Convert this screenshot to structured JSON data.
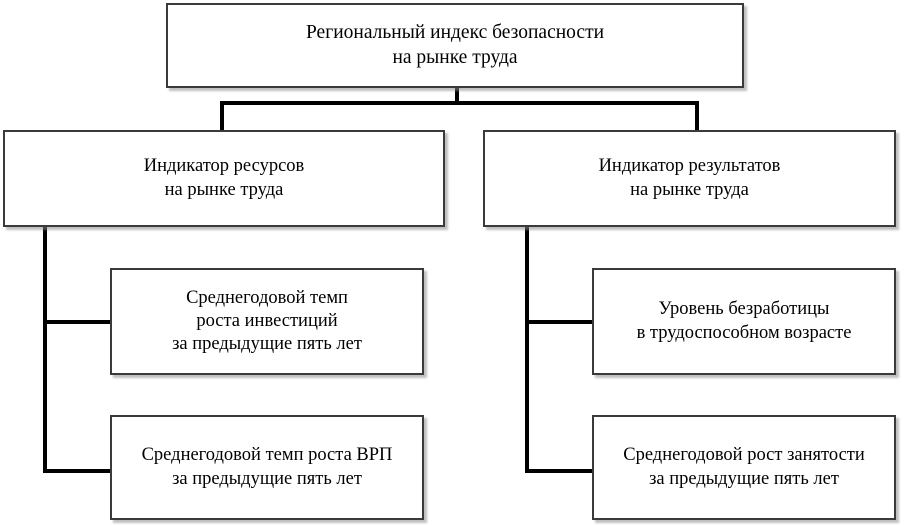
{
  "diagram": {
    "type": "hierarchy-tree",
    "title": "Региональный индекс безопасности на рынке труда",
    "root": {
      "id": "regional-index",
      "lines": [
        "Региональный индекс безопасности",
        "на рынке труда"
      ]
    },
    "branches": [
      {
        "id": "resource-indicator",
        "lines": [
          "Индикатор ресурсов",
          "на рынке труда"
        ],
        "children": [
          {
            "id": "investment-growth-rate",
            "lines": [
              "Среднегодовой темп",
              "роста инвестиций",
              "за предыдущие пять лет"
            ]
          },
          {
            "id": "grp-growth-rate",
            "lines": [
              "Среднегодовой темп роста ВРП",
              "за предыдущие пять лет"
            ]
          }
        ]
      },
      {
        "id": "result-indicator",
        "lines": [
          "Индикатор результатов",
          "на рынке труда"
        ],
        "children": [
          {
            "id": "unemployment-level",
            "lines": [
              "Уровень безработицы",
              "в трудоспособном возрасте"
            ]
          },
          {
            "id": "employment-growth",
            "lines": [
              "Среднегодовой рост занятости",
              "за предыдущие пять лет"
            ]
          }
        ]
      }
    ]
  },
  "style": {
    "box_border": "#3a3a3a",
    "box_fill": "#ffffff",
    "connector": "#000000",
    "text": "#000000",
    "background": "#ffffff"
  }
}
